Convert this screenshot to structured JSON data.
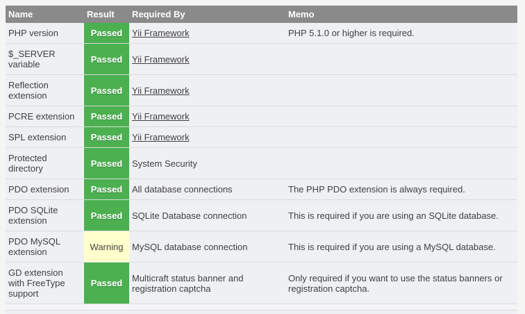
{
  "colors": {
    "page_bg": "#f5f5f6",
    "row_bg": "#eff0f3",
    "divider": "#d9dbde",
    "header_bg": "#8a8a8a",
    "header_text": "#ffffff",
    "text": "#3f3f3f",
    "passed_bg": "#4cb050",
    "passed_text": "#ffffff",
    "warning_bg": "#ffffcc",
    "warning_text": "#444444"
  },
  "table": {
    "header": {
      "columns": [
        {
          "label": "Name"
        },
        {
          "label": "Result"
        },
        {
          "label": "Required By"
        },
        {
          "label": "Memo"
        }
      ]
    },
    "rows": [
      {
        "name": "PHP version",
        "result": "Passed",
        "result_type": "passed",
        "required_by": "Yii Framework",
        "required_by_link": true,
        "memo": "PHP 5.1.0 or higher is required."
      },
      {
        "name": "$_SERVER variable",
        "result": "Passed",
        "result_type": "passed",
        "required_by": "Yii Framework",
        "required_by_link": true,
        "memo": ""
      },
      {
        "name": "Reflection extension",
        "result": "Passed",
        "result_type": "passed",
        "required_by": "Yii Framework",
        "required_by_link": true,
        "memo": ""
      },
      {
        "name": "PCRE extension",
        "result": "Passed",
        "result_type": "passed",
        "required_by": "Yii Framework",
        "required_by_link": true,
        "memo": ""
      },
      {
        "name": "SPL extension",
        "result": "Passed",
        "result_type": "passed",
        "required_by": "Yii Framework",
        "required_by_link": true,
        "memo": ""
      },
      {
        "name": "Protected directory",
        "result": "Passed",
        "result_type": "passed",
        "required_by": "System Security",
        "required_by_link": false,
        "memo": ""
      },
      {
        "name": "PDO extension",
        "result": "Passed",
        "result_type": "passed",
        "required_by": "All database connections",
        "required_by_link": false,
        "memo": "The PHP PDO extension is always required."
      },
      {
        "name": "PDO SQLite extension",
        "result": "Passed",
        "result_type": "passed",
        "required_by": "SQLite Database connection",
        "required_by_link": false,
        "memo": "This is required if you are using an SQLite database."
      },
      {
        "name": "PDO MySQL extension",
        "result": "Warning",
        "result_type": "warning",
        "required_by": "MySQL database connection",
        "required_by_link": false,
        "memo": "This is required if you are using a MySQL database."
      },
      {
        "name": "GD extension with FreeType support",
        "result": "Passed",
        "result_type": "passed",
        "required_by": "Multicraft status banner and registration captcha",
        "required_by_link": false,
        "memo": "Only required if you want to use the status banners or registration captcha."
      }
    ]
  }
}
